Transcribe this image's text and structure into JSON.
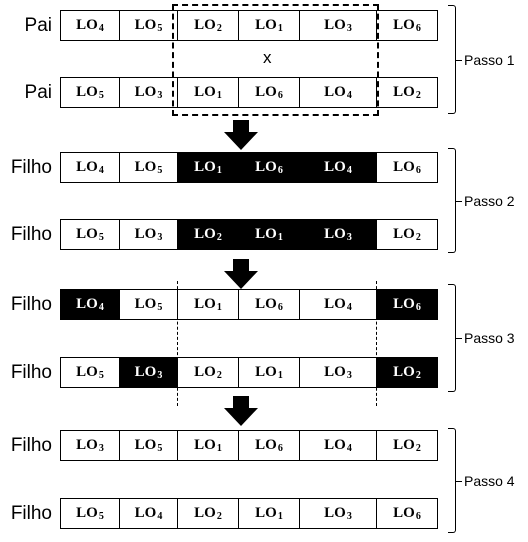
{
  "rows": [
    {
      "label": "Pai",
      "cells": [
        [
          "LO",
          "4"
        ],
        [
          "LO",
          "5"
        ],
        [
          "LO",
          "2"
        ],
        [
          "LO",
          "1"
        ],
        [
          "LO",
          "3"
        ],
        [
          "LO",
          "6"
        ]
      ],
      "dark": [
        false,
        false,
        false,
        false,
        false,
        false
      ]
    },
    {
      "label": "Pai",
      "cells": [
        [
          "LO",
          "5"
        ],
        [
          "LO",
          "3"
        ],
        [
          "LO",
          "1"
        ],
        [
          "LO",
          "6"
        ],
        [
          "LO",
          "4"
        ],
        [
          "LO",
          "2"
        ]
      ],
      "dark": [
        false,
        false,
        false,
        false,
        false,
        false
      ]
    },
    {
      "label": "Filho",
      "cells": [
        [
          "LO",
          "4"
        ],
        [
          "LO",
          "5"
        ],
        [
          "LO",
          "1"
        ],
        [
          "LO",
          "6"
        ],
        [
          "LO",
          "4"
        ],
        [
          "LO",
          "6"
        ]
      ],
      "dark": [
        false,
        false,
        true,
        true,
        true,
        false
      ]
    },
    {
      "label": "Filho",
      "cells": [
        [
          "LO",
          "5"
        ],
        [
          "LO",
          "3"
        ],
        [
          "LO",
          "2"
        ],
        [
          "LO",
          "1"
        ],
        [
          "LO",
          "3"
        ],
        [
          "LO",
          "2"
        ]
      ],
      "dark": [
        false,
        false,
        true,
        true,
        true,
        false
      ]
    },
    {
      "label": "Filho",
      "cells": [
        [
          "LO",
          "4"
        ],
        [
          "LO",
          "5"
        ],
        [
          "LO",
          "1"
        ],
        [
          "LO",
          "6"
        ],
        [
          "LO",
          "4"
        ],
        [
          "LO",
          "6"
        ]
      ],
      "dark": [
        true,
        false,
        false,
        false,
        false,
        true
      ]
    },
    {
      "label": "Filho",
      "cells": [
        [
          "LO",
          "5"
        ],
        [
          "LO",
          "3"
        ],
        [
          "LO",
          "2"
        ],
        [
          "LO",
          "1"
        ],
        [
          "LO",
          "3"
        ],
        [
          "LO",
          "2"
        ]
      ],
      "dark": [
        false,
        true,
        false,
        false,
        false,
        true
      ]
    },
    {
      "label": "Filho",
      "cells": [
        [
          "LO",
          "3"
        ],
        [
          "LO",
          "5"
        ],
        [
          "LO",
          "1"
        ],
        [
          "LO",
          "6"
        ],
        [
          "LO",
          "4"
        ],
        [
          "LO",
          "2"
        ]
      ],
      "dark": [
        false,
        false,
        false,
        false,
        false,
        false
      ]
    },
    {
      "label": "Filho",
      "cells": [
        [
          "LO",
          "5"
        ],
        [
          "LO",
          "4"
        ],
        [
          "LO",
          "2"
        ],
        [
          "LO",
          "1"
        ],
        [
          "LO",
          "3"
        ],
        [
          "LO",
          "6"
        ]
      ],
      "dark": [
        false,
        false,
        false,
        false,
        false,
        false
      ]
    }
  ],
  "crossover_mark": "x",
  "steps": [
    {
      "label": "Passo 1"
    },
    {
      "label": "Passo 2"
    },
    {
      "label": "Passo 3"
    },
    {
      "label": "Passo 4"
    }
  ]
}
